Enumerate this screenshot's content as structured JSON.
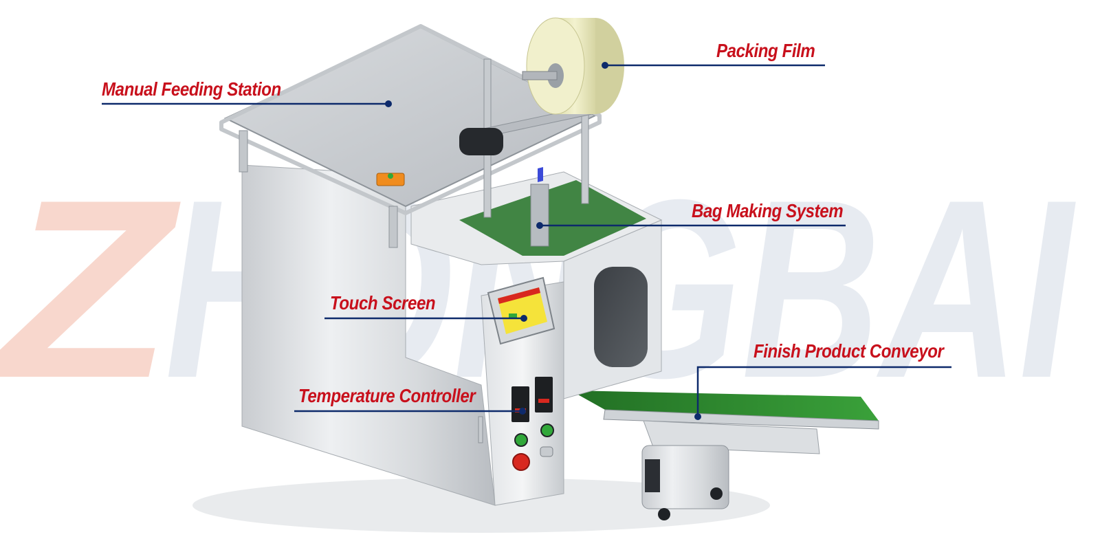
{
  "colors": {
    "label_text": "#c8101c",
    "leader_line": "#0d2a6b",
    "leader_dot": "#0d2a6b",
    "watermark_first_letter": "#f3b8a6",
    "watermark_letters": "#d4dbe7",
    "conveyor_belt": "#2f8a2e",
    "steel_light": "#e6e8ea",
    "steel_dark": "#9aa0a6",
    "film_roll": "#eeedc2",
    "emergency_stop": "#d8281f",
    "start_button": "#31a83a",
    "feeding_button": "#f08c1e"
  },
  "watermark": {
    "text": "ZHONGBAI"
  },
  "callouts": [
    {
      "id": "manual-feeding-station",
      "label": "Manual Feeding Station"
    },
    {
      "id": "packing-film",
      "label": "Packing Film"
    },
    {
      "id": "bag-making-system",
      "label": "Bag Making System"
    },
    {
      "id": "touch-screen",
      "label": "Touch Screen"
    },
    {
      "id": "finish-product-conveyor",
      "label": "Finish Product Conveyor"
    },
    {
      "id": "temperature-controller",
      "label": "Temperature Controller"
    }
  ]
}
